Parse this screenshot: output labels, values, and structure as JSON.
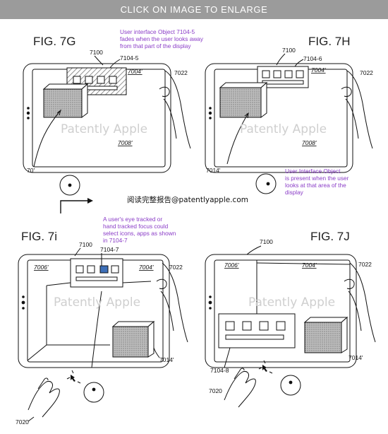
{
  "banner": {
    "text": "CLICK ON IMAGE TO ENLARGE"
  },
  "watermark": "Patently Apple",
  "caption": "阅读完整报告@patentlyapple.com",
  "colors": {
    "banner_bg": "#9b9b9b",
    "annotation": "#8a3cc7"
  },
  "fig7g": {
    "title": "FIG. 7G",
    "device_ref": "7100",
    "object_ref": "7104-5",
    "region_top": "7004'",
    "region_bottom": "7008'",
    "hand_ref": "7022",
    "gaze_ref": "70'",
    "note": [
      "User interface Object 7104-5",
      "fades when the user looks away",
      "from that part of the display"
    ]
  },
  "fig7h": {
    "title": "FIG. 7H",
    "device_ref": "7100",
    "object_ref": "7104-6",
    "region_top": "7004'",
    "region_bottom": "7008'",
    "hand_ref": "7022",
    "gaze_ref": "7014'",
    "note": [
      "User Interface Object",
      "is present when the user",
      "looks at that area of the",
      "display"
    ]
  },
  "fig7i": {
    "title": "FIG. 7i",
    "device_ref": "7100",
    "object_ref": "7104-7",
    "region_left": "7006'",
    "region_right": "7004'",
    "hand_ref": "7022",
    "box_ref": "7014'",
    "user_hand_ref": "7020",
    "note": [
      "A user's eye tracked or",
      "hand tracked focus could",
      "select icons, apps as shown",
      "in 7104-7"
    ]
  },
  "fig7j": {
    "title": "FIG. 7J",
    "device_ref": "7100",
    "object_ref": "7104-8",
    "region_left": "7006'",
    "region_right": "7004'",
    "hand_ref": "7022",
    "box_ref": "7014'",
    "user_hand_ref": "7020"
  }
}
